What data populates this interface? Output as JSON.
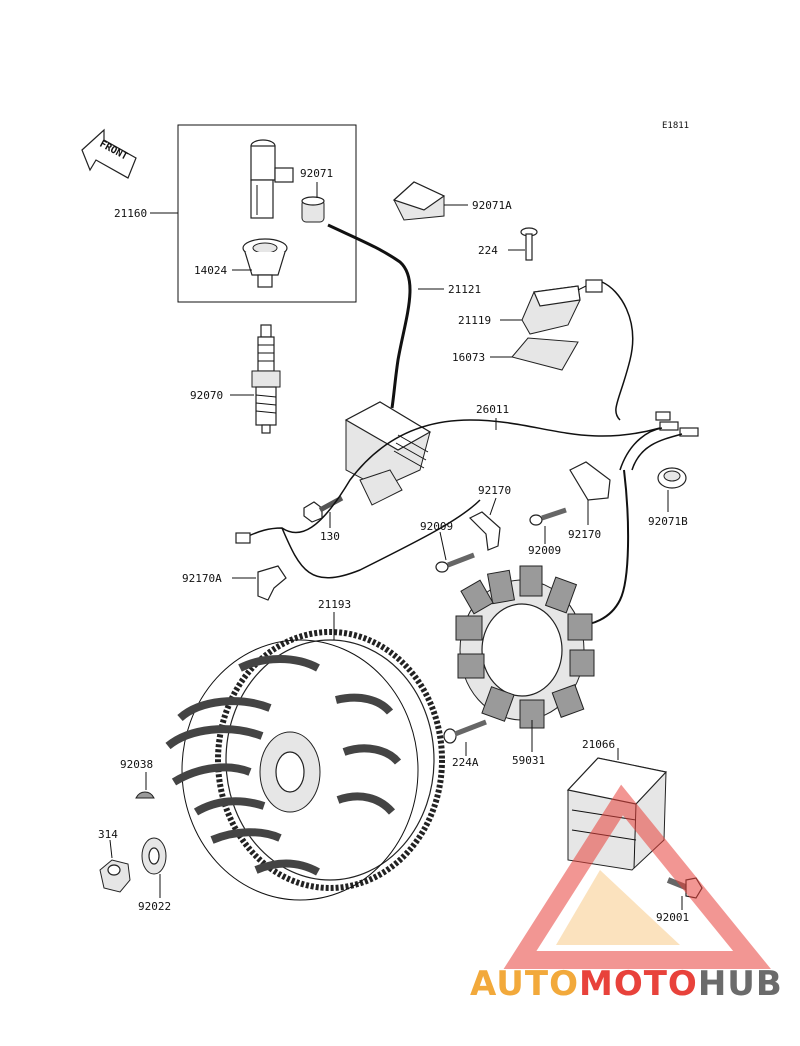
{
  "diagram_code": "E1811",
  "front_arrow_label": "FRONT",
  "parts": {
    "p21160": "21160",
    "p92071": "92071",
    "p92071A": "92071A",
    "p224": "224",
    "p14024": "14024",
    "p21121": "21121",
    "p21119": "21119",
    "p16073": "16073",
    "p92070": "92070",
    "p26011": "26011",
    "p92170": "92170",
    "p92170b": "92170",
    "p92009": "92009",
    "p92009b": "92009",
    "p130": "130",
    "p92071B": "92071B",
    "p92170A": "92170A",
    "p21193": "21193",
    "p224A": "224A",
    "p59031": "59031",
    "p92038": "92038",
    "p21066": "21066",
    "p314": "314",
    "p92022": "92022",
    "p92001": "92001"
  },
  "watermark": {
    "part1": "AUTO",
    "part2": "MOTO",
    "part3": "HUB",
    "color1": "#f2a93b",
    "color2": "#e8423b",
    "color3": "#6b6b6b"
  }
}
